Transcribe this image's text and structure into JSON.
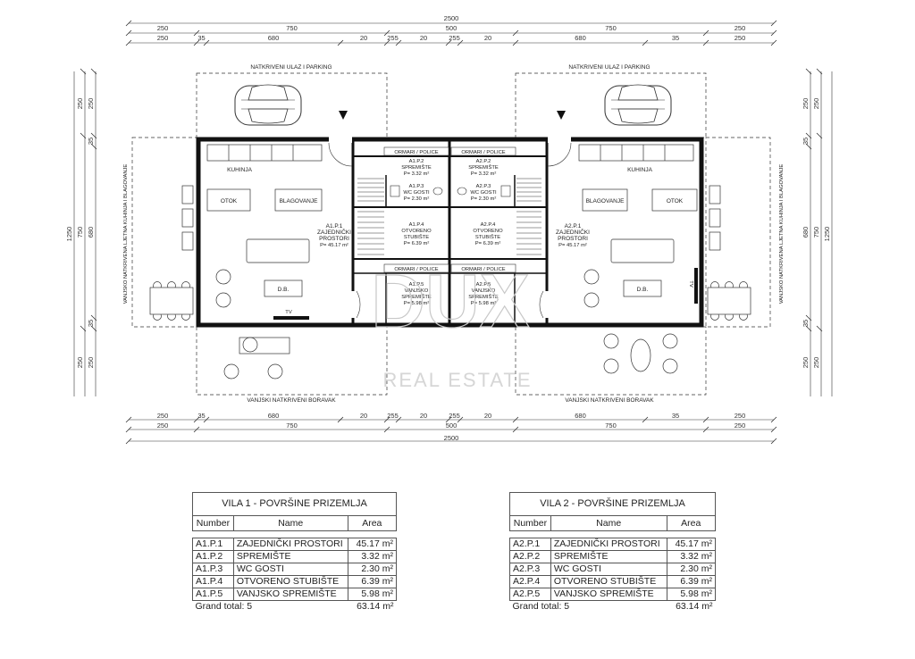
{
  "dims_top": {
    "total": "2500",
    "row1": [
      "250",
      "750",
      "500",
      "750",
      "250"
    ],
    "row2": [
      "250",
      "35",
      "680",
      "20",
      "255",
      "20",
      "255",
      "20",
      "680",
      "35",
      "250"
    ]
  },
  "dims_bottom": {
    "row1": [
      "250",
      "35",
      "680",
      "20",
      "255",
      "20",
      "255",
      "20",
      "680",
      "35",
      "250"
    ],
    "row2": [
      "250",
      "750",
      "500",
      "750",
      "250"
    ],
    "total": "2500"
  },
  "dims_side": {
    "outer": [
      "250",
      "750",
      "250"
    ],
    "inner": [
      "250",
      "35",
      "680",
      "35",
      "250"
    ],
    "total": "1250"
  },
  "labels": {
    "parking": "NATKRIVENI ULAZ I PARKING",
    "terrace": "VANJSKI NATKRIVENI BORAVAK",
    "summer_kitchen": "VANJSKO NATKRIVENA LJETNA KUHINJA I BLAGOVANJE",
    "kitchen": "KUHINJA",
    "island": "OTOK",
    "dining": "BLAGOVANJE",
    "common_code_1": "A1.P.1",
    "common_code_2": "A2.P.1",
    "common_name_1": "ZAJEDNIČKI",
    "common_name_2": "PROSTORI",
    "common_area": "P= 45.17 m²",
    "db": "D.B.",
    "tv": "TV",
    "wardrobe": "ORMARI / POLICE",
    "storage_code_1": "A1.P.2",
    "storage_code_2": "A2.P.2",
    "storage_name": "SPREMIŠTE",
    "storage_area": "P= 3.32 m²",
    "wc_code_1": "A1.P.3",
    "wc_code_2": "A2.P.3",
    "wc_name": "WC GOSTI",
    "wc_area": "P= 2.30 m²",
    "stair_code_1": "A1.P.4",
    "stair_code_2": "A2.P.4",
    "stair_name_1": "OTVORENO",
    "stair_name_2": "STUBIŠTE",
    "stair_area": "P= 6.39 m²",
    "outstore_code_1": "A1.P.5",
    "outstore_code_2": "A2.P.5",
    "outstore_name_1": "VANJSKO",
    "outstore_name_2": "SPREMIŠTE",
    "outstore_area": "P= 5.98 m²"
  },
  "watermark": {
    "logo": "DUX",
    "tagline": "REAL ESTATE"
  },
  "tables": [
    {
      "title": "VILA 1 - POVRŠINE PRIZEMLJA",
      "headers": [
        "Number",
        "Name",
        "Area"
      ],
      "rows": [
        [
          "A1.P.1",
          "ZAJEDNIČKI PROSTORI",
          "45.17 m²"
        ],
        [
          "A1.P.2",
          "SPREMIŠTE",
          "3.32 m²"
        ],
        [
          "A1.P.3",
          "WC GOSTI",
          "2.30 m²"
        ],
        [
          "A1.P.4",
          "OTVORENO STUBIŠTE",
          "6.39 m²"
        ],
        [
          "A1.P.5",
          "VANJSKO SPREMIŠTE",
          "5.98 m²"
        ]
      ],
      "total_label": "Grand total: 5",
      "total_value": "63.14 m²"
    },
    {
      "title": "VILA 2 - POVRŠINE PRIZEMLJA",
      "headers": [
        "Number",
        "Name",
        "Area"
      ],
      "rows": [
        [
          "A2.P.1",
          "ZAJEDNIČKI PROSTORI",
          "45.17 m²"
        ],
        [
          "A2.P.2",
          "SPREMIŠTE",
          "3.32 m²"
        ],
        [
          "A2.P.3",
          "WC GOSTI",
          "2.30 m²"
        ],
        [
          "A2.P.4",
          "OTVORENO STUBIŠTE",
          "6.39 m²"
        ],
        [
          "A2.P.5",
          "VANJSKO SPREMIŠTE",
          "5.98 m²"
        ]
      ],
      "total_label": "Grand total: 5",
      "total_value": "63.14 m²"
    }
  ]
}
